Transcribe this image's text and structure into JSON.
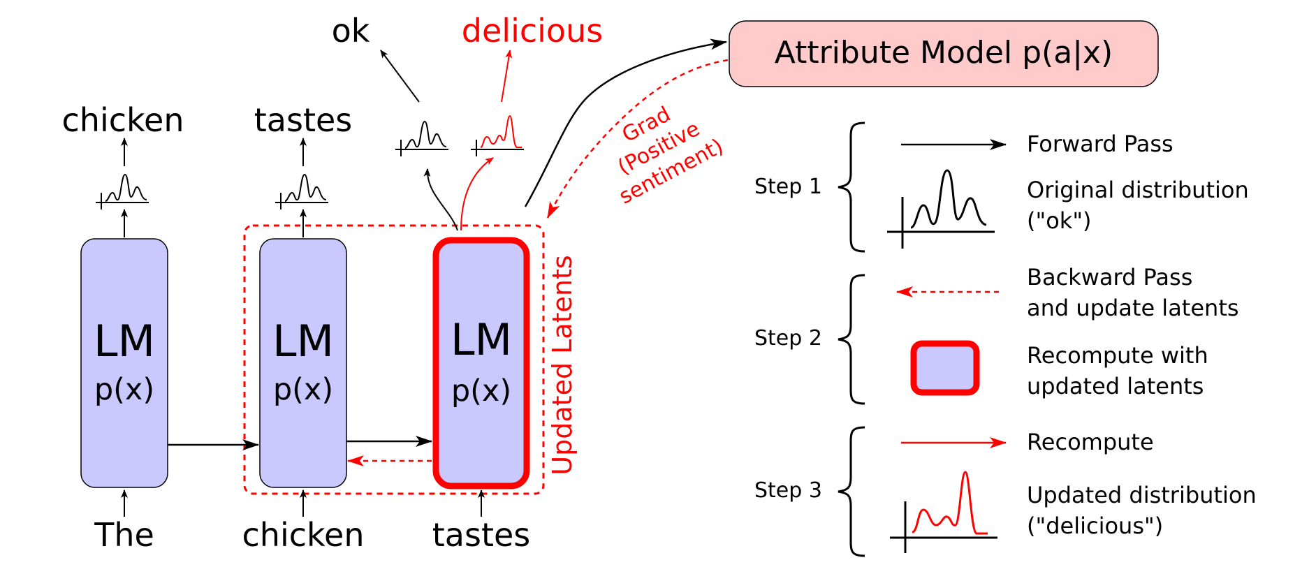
{
  "attribute_model": {
    "label": "Attribute Model p(a|x)"
  },
  "lm_blocks": [
    {
      "title": "LM",
      "subtitle": "p(x)"
    },
    {
      "title": "LM",
      "subtitle": "p(x)"
    },
    {
      "title": "LM",
      "subtitle": "p(x)"
    }
  ],
  "inputs": [
    "The",
    "chicken",
    "tastes"
  ],
  "outputs": [
    "chicken",
    "tastes"
  ],
  "candidate_outputs": {
    "original": "ok",
    "updated": "delicious"
  },
  "grad_label": [
    "Grad",
    "(Positive",
    "sentiment)"
  ],
  "updated_latents_label": "Updated Latents",
  "legend": {
    "step1": {
      "label": "Step 1",
      "forward": "Forward Pass",
      "original_line1": "Original distribution",
      "original_line2": "(\"ok\")"
    },
    "step2": {
      "label": "Step 2",
      "backward_line1": "Backward Pass",
      "backward_line2": "and update latents",
      "recompute_line1": "Recompute with",
      "recompute_line2": "updated latents"
    },
    "step3": {
      "label": "Step 3",
      "recompute": "Recompute",
      "updated_line1": "Updated distribution",
      "updated_line2": "(\"delicious\")"
    }
  },
  "colors": {
    "red": "#ff0000",
    "lm_fill": "#c9c8ff",
    "attr_fill": "#ffcaca",
    "black": "#000000"
  }
}
